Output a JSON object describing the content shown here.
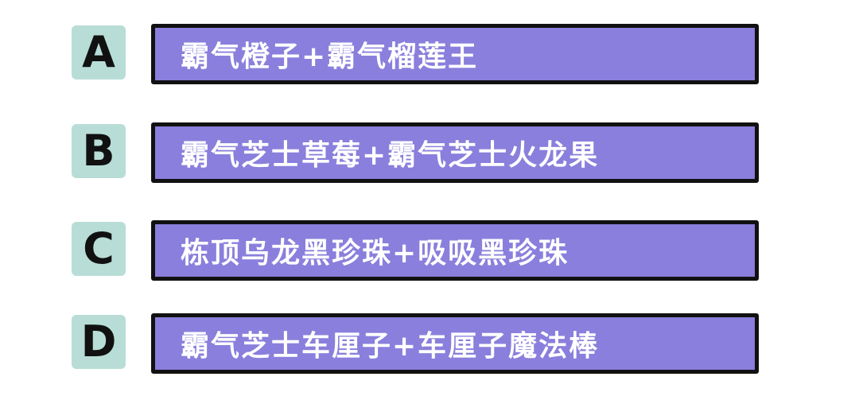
{
  "options": [
    {
      "letter": "A",
      "text": "霸气橙子+霸气榴莲王"
    },
    {
      "letter": "B",
      "text": "霸气芝士草莓+霸气芝士火龙果"
    },
    {
      "letter": "C",
      "text": "栋顶乌龙黑珍珠+吸吸黑珍珠"
    },
    {
      "letter": "D",
      "text": "霸气芝士车厘子+车厘子魔法棒"
    }
  ],
  "colors": {
    "letter_bg": "#b8ddd6",
    "answer_bg": "#8a7fdc",
    "border": "#111111",
    "answer_text": "#ffffff"
  }
}
